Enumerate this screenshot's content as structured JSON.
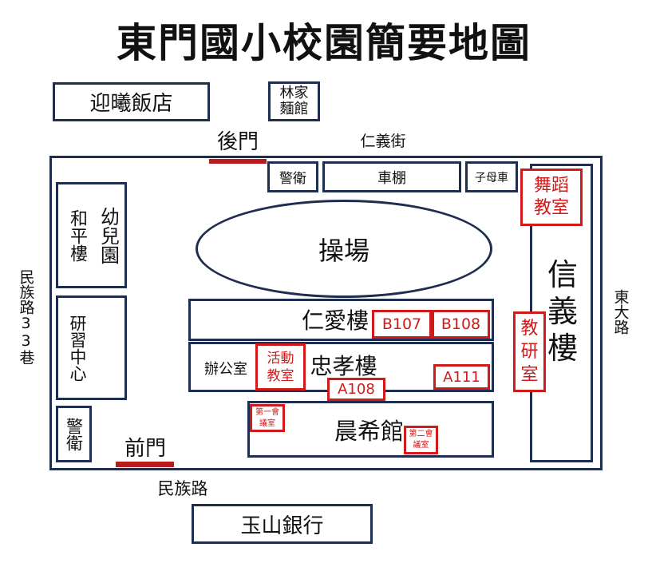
{
  "title": "東門國小校園簡要地圖",
  "outside": {
    "hotel": "迎曦飯店",
    "noodle_shop": "林家麵館",
    "back_gate": "後門",
    "street_top": "仁義街",
    "street_left": "民族路33巷",
    "street_right": "東大路",
    "front_gate": "前門",
    "street_bottom": "民族路",
    "bank": "玉山銀行"
  },
  "buildings": {
    "guard_top": "警衛",
    "bike_shed": "車棚",
    "stroller": "子母車",
    "dance_room": "舞蹈教室",
    "xinyi": "信義樓",
    "research_room": "教研室",
    "heping": "和平樓",
    "kindergarten": "幼兒園",
    "training_center": "研習中心",
    "guard_left": "警衛",
    "playground": "操場",
    "renai": "仁愛樓",
    "b107": "B107",
    "b108": "B108",
    "office": "辦公室",
    "activity_room": "活動教室",
    "zhongxiao": "忠孝樓",
    "a108": "A108",
    "a111": "A111",
    "chenxi": "晨希館",
    "meeting1": "第一會議室",
    "meeting2": "第二會議室"
  },
  "colors": {
    "outline": "#1f2d4e",
    "highlight": "#d11a1a"
  }
}
